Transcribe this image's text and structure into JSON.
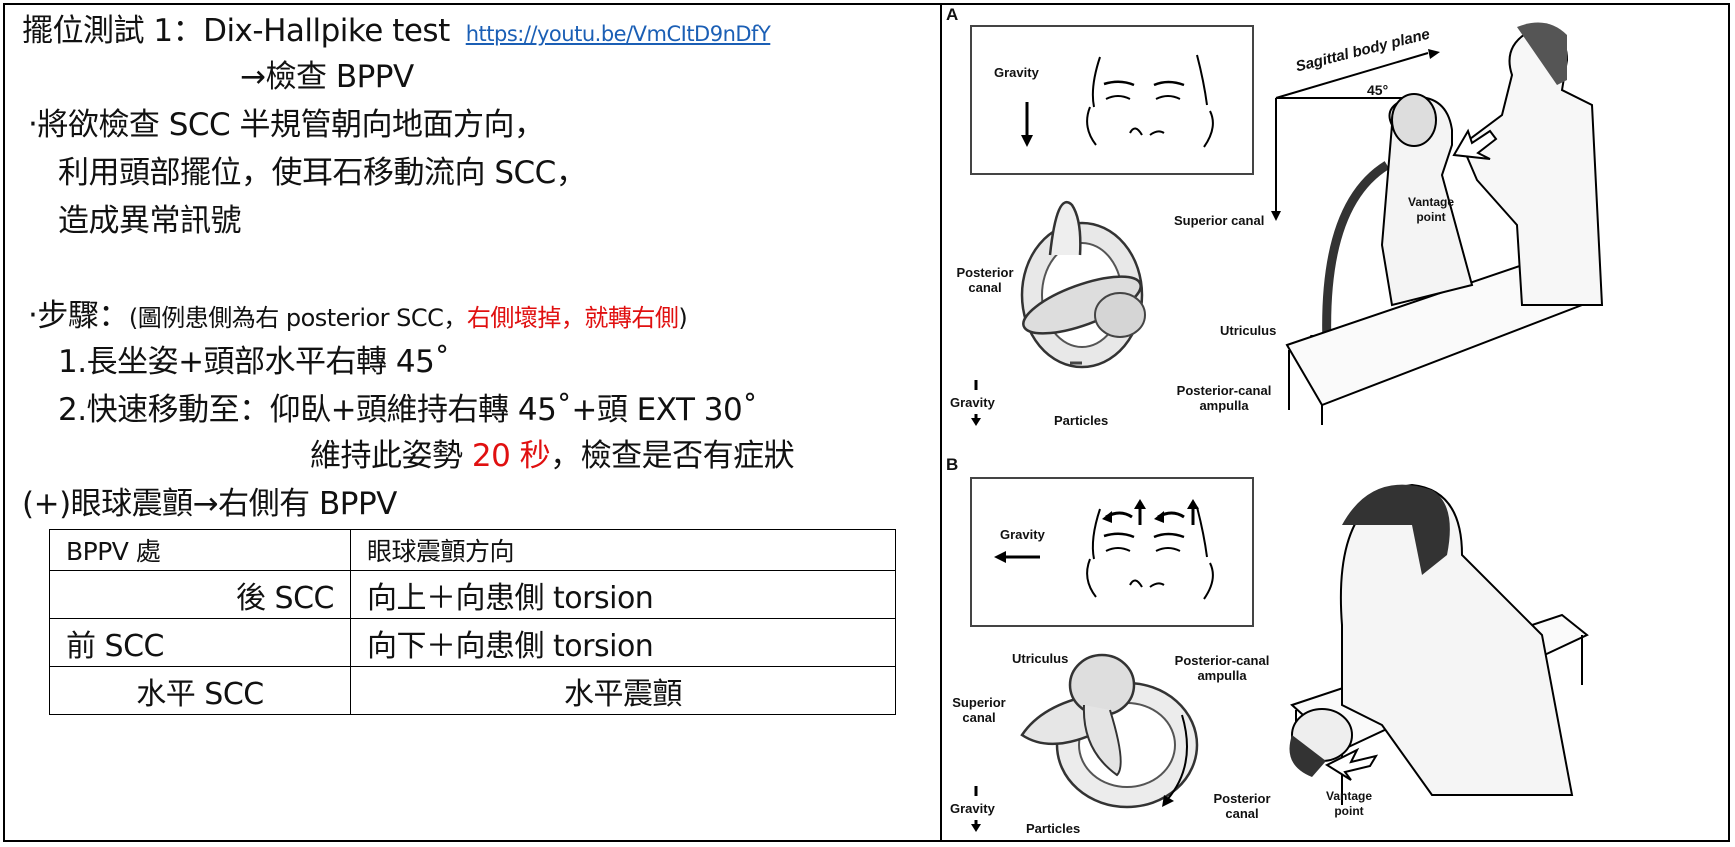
{
  "slide": {
    "title_line": {
      "prefix": "擺位測試 1：Dix-Hallpike test",
      "link": "https://youtu.be/VmCItD9nDfY"
    },
    "subtitle": "→檢查 BPPV",
    "bullet1": {
      "lines": [
        "‧將欲檢查 SCC 半規管朝向地面方向，",
        "利用頭部擺位，使耳石移動流向 SCC，",
        "造成異常訊號"
      ]
    },
    "bullet2": {
      "label": "‧步驟：",
      "note_black_1": "(圖例患側為右 posterior SCC，",
      "note_red": "右側壞掉，就轉右側",
      "note_black_2": ")",
      "step1": "1.長坐姿+頭部水平右轉 45˚",
      "step2": "2.快速移動至：仰臥+頭維持右轉 45˚+頭 EXT 30˚",
      "step2_cont_a": "維持此姿勢 ",
      "step2_cont_red": "20 秒",
      "step2_cont_b": "，檢查是否有症狀"
    },
    "result": "(+)眼球震顫→右側有 BPPV",
    "table": {
      "headers": [
        "BPPV 處",
        "眼球震顫方向"
      ],
      "rows": [
        [
          "後 SCC",
          "向上＋向患側 torsion"
        ],
        [
          "前 SCC",
          "向下＋向患側 torsion"
        ],
        [
          "水平 SCC",
          "水平震顫"
        ]
      ]
    },
    "colors": {
      "red": "#e01010",
      "link": "#1b5fb5"
    }
  },
  "figure": {
    "panel_a": {
      "label": "A",
      "gravity": "Gravity",
      "superior_canal": "Superior canal",
      "posterior_canal": "Posterior canal",
      "utriculus": "Utriculus",
      "ampulla": "Posterior-canal ampulla",
      "particles": "Particles",
      "gravity2": "Gravity",
      "sagittal": "Sagittal body plane",
      "angle": "45°",
      "vantage": "Vantage point"
    },
    "panel_b": {
      "label": "B",
      "gravity": "Gravity",
      "utriculus": "Utriculus",
      "ampulla": "Posterior-canal ampulla",
      "superior_canal": "Superior canal",
      "posterior_canal": "Posterior canal",
      "particles": "Particles",
      "gravity2": "Gravity",
      "vantage": "Vantage point"
    }
  }
}
